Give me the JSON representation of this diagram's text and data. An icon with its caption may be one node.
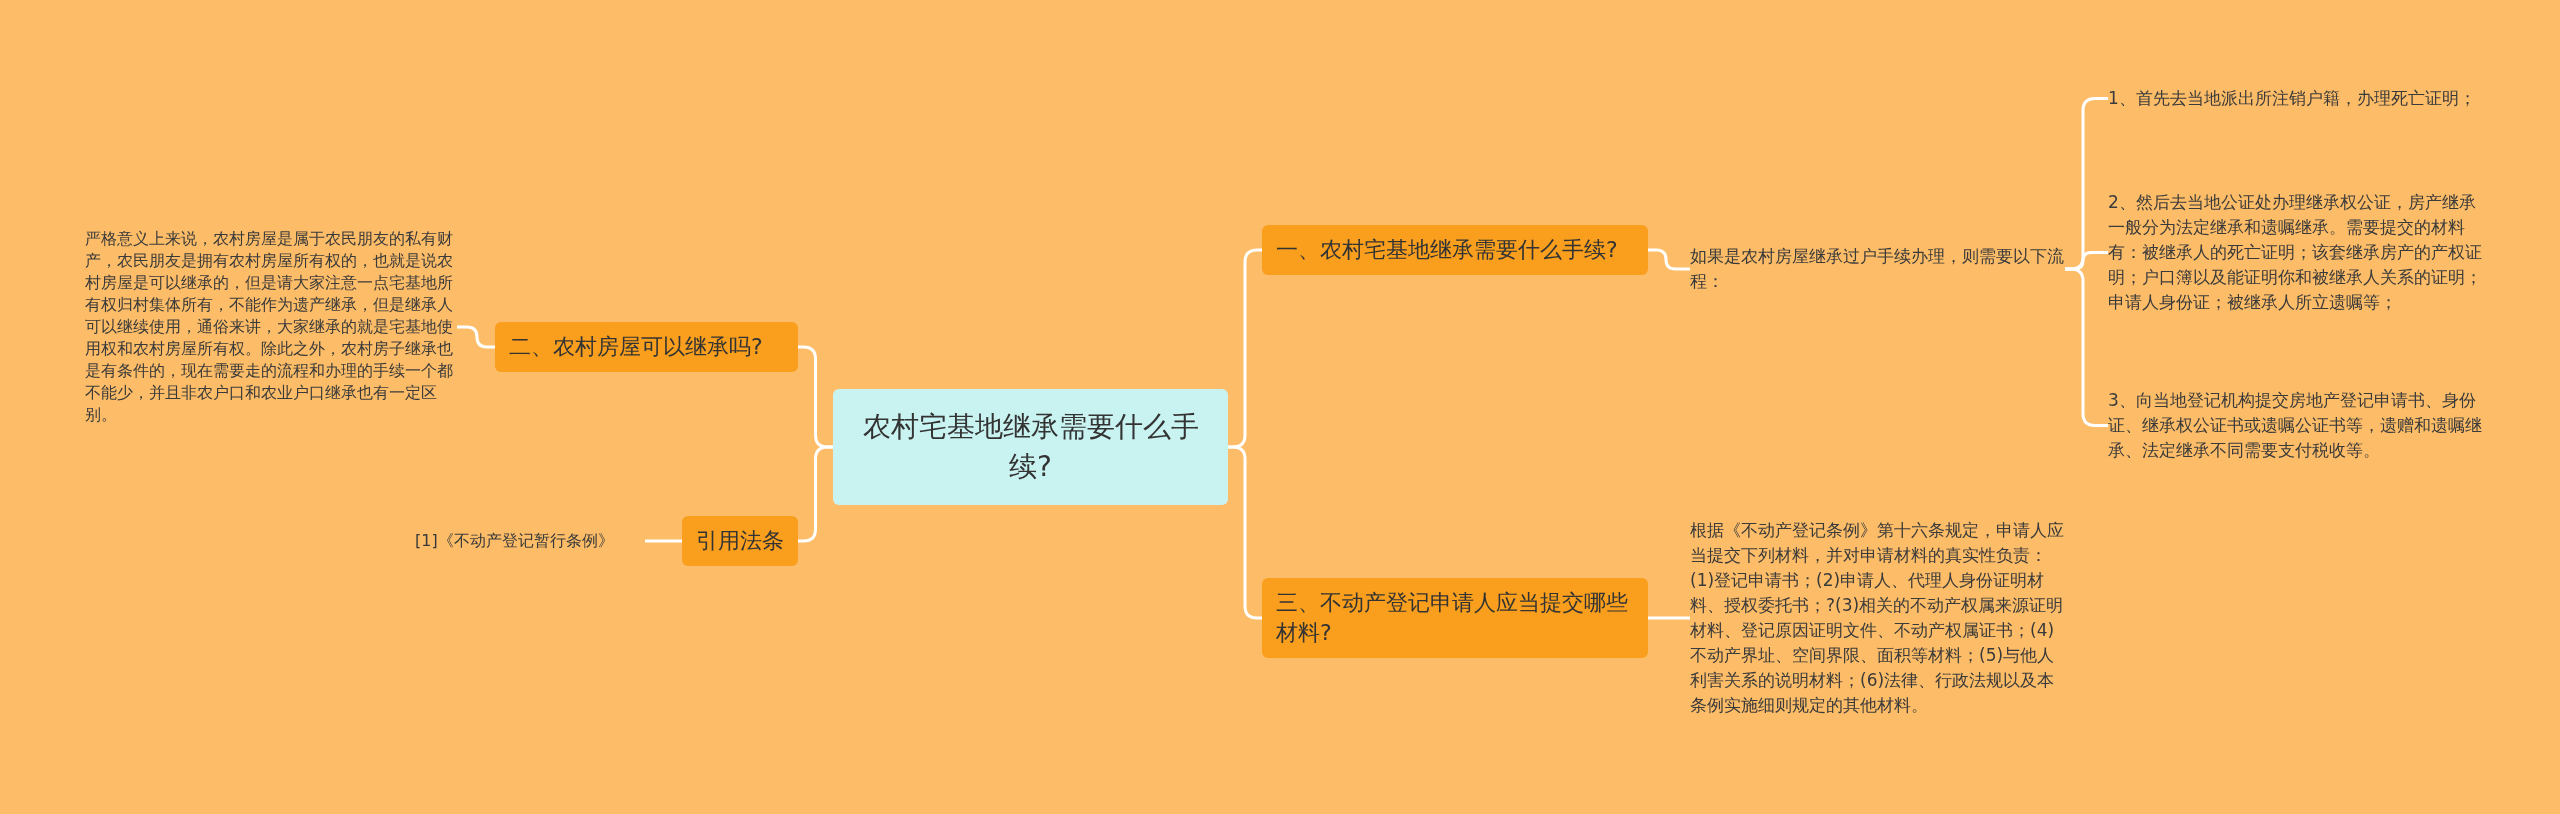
{
  "diagram": {
    "nodes": [
      {
        "text": [
          "农村宅基地继承需要什么手续?"
        ]
      },
      {
        "text": [
          "二、农村房屋可以继承吗?"
        ]
      },
      {
        "text": [
          "严格意义上来说，农村房屋是属于农民朋友的私有财产，农民朋友是拥有农村房屋所有权的，也就是说农村房屋是可以继承的，但是请大家注意一点宅基地所有权归村集体所有，不能作为遗产继承，但是继承人可以继续使用，通俗来讲，大家继承的就是宅基地使用权和农村房屋所有权。除此之外，农村房子继承也是有条件的，现在需要走的流程和办理的手续一个都不能少，并且非农户口和农业户口继承也有一定区别。"
        ]
      },
      {
        "text": [
          "引用法条"
        ]
      },
      {
        "text": [
          "[1]《不动产登记暂行条例》"
        ]
      },
      {
        "text": [
          "一、农村宅基地继承需要什么手续?"
        ]
      },
      {
        "text": [
          "如果是农村房屋继承过户手续办理，则需要以下流程："
        ]
      },
      {
        "text": [
          "1、首先去当地派出所注销户籍，办理死亡证明；"
        ]
      },
      {
        "text": [
          "2、然后去当地公证处办理继承权公证，房产继承一般分为法定继承和遗嘱继承。需要提交的材料有：被继承人的死亡证明；该套继承房产的产权证明；户口簿以及能证明你和被继承人关系的证明；申请人身份证；被继承人所立遗嘱等；"
        ]
      },
      {
        "text": [
          "3、向当地登记机构提交房地产登记申请书、身份证、继承权公证书或遗嘱公证书等，遗赠和遗嘱继承、法定继承不同需要支付税收等。"
        ]
      },
      {
        "text": [
          "三、不动产登记申请人应当提交哪些材料?"
        ]
      },
      {
        "text": [
          "根据《不动产登记条例》第十六条规定，申请人应当提交下列材料，并对申请材料的真实性负责：(1)登记申请书；(2)申请人、代理人身份证明材料、授权委托书；?(3)相关的不动产权属来源证明材料、登记原因证明文件、不动产权属证书；(4)不动产界址、空间界限、面积等材料；(5)与他人利害关系的说明材料；(6)法律、行政法规以及本条例实施细则规定的其他材料。"
        ]
      }
    ],
    "edges": [
      {
        "from": 0,
        "to": 1,
        "arrow": "none"
      },
      {
        "from": 1,
        "to": 2,
        "arrow": "none"
      },
      {
        "from": 0,
        "to": 3,
        "arrow": "none"
      },
      {
        "from": 3,
        "to": 4,
        "arrow": "none"
      },
      {
        "from": 0,
        "to": 5,
        "arrow": "none"
      },
      {
        "from": 5,
        "to": 6,
        "arrow": "none"
      },
      {
        "from": 6,
        "to": 7,
        "arrow": "none"
      },
      {
        "from": 6,
        "to": 8,
        "arrow": "none"
      },
      {
        "from": 6,
        "to": 9,
        "arrow": "none"
      },
      {
        "from": 0,
        "to": 10,
        "arrow": "none"
      },
      {
        "from": 10,
        "to": 11,
        "arrow": "none"
      }
    ]
  }
}
